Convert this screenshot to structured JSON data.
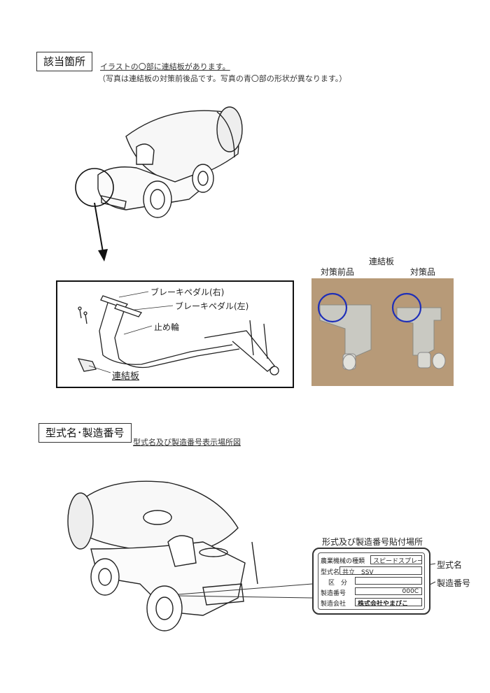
{
  "section1": {
    "heading": "該当箇所",
    "line1": "イラストの〇部に連結板があります。",
    "line2": "（写真は連結板の対策前後品です。写真の青〇部の形状が異なります。）"
  },
  "detail": {
    "label_pedal_right": "ブレーキペダル(右)",
    "label_pedal_left": "ブレーキペダル(左)",
    "label_stop_ring": "止め輪",
    "label_link_plate": "連結板"
  },
  "photo": {
    "title": "連結板",
    "label_before": "対策前品",
    "label_after": "対策品"
  },
  "section2": {
    "heading": "型式名･製造番号",
    "caption": "型式名及び製造番号表示場所図"
  },
  "plate": {
    "title": "形式及び製造番号貼付場所",
    "rows": [
      {
        "label": "農業機械の種類",
        "value": "スピードスプレーヤ"
      },
      {
        "label": "型式名",
        "value": "共立　SSV"
      },
      {
        "label": "区　分",
        "value": ""
      },
      {
        "label": "製造番号",
        "value": "000C"
      },
      {
        "label": "製造会社",
        "value": "株式会社やまびこ"
      }
    ],
    "callout_model": "型式名",
    "callout_serial": "製造番号"
  },
  "colors": {
    "highlight_circle": "#1f2fb8",
    "photo_bg": "#b79a78",
    "metal": "#c9c9c2"
  }
}
